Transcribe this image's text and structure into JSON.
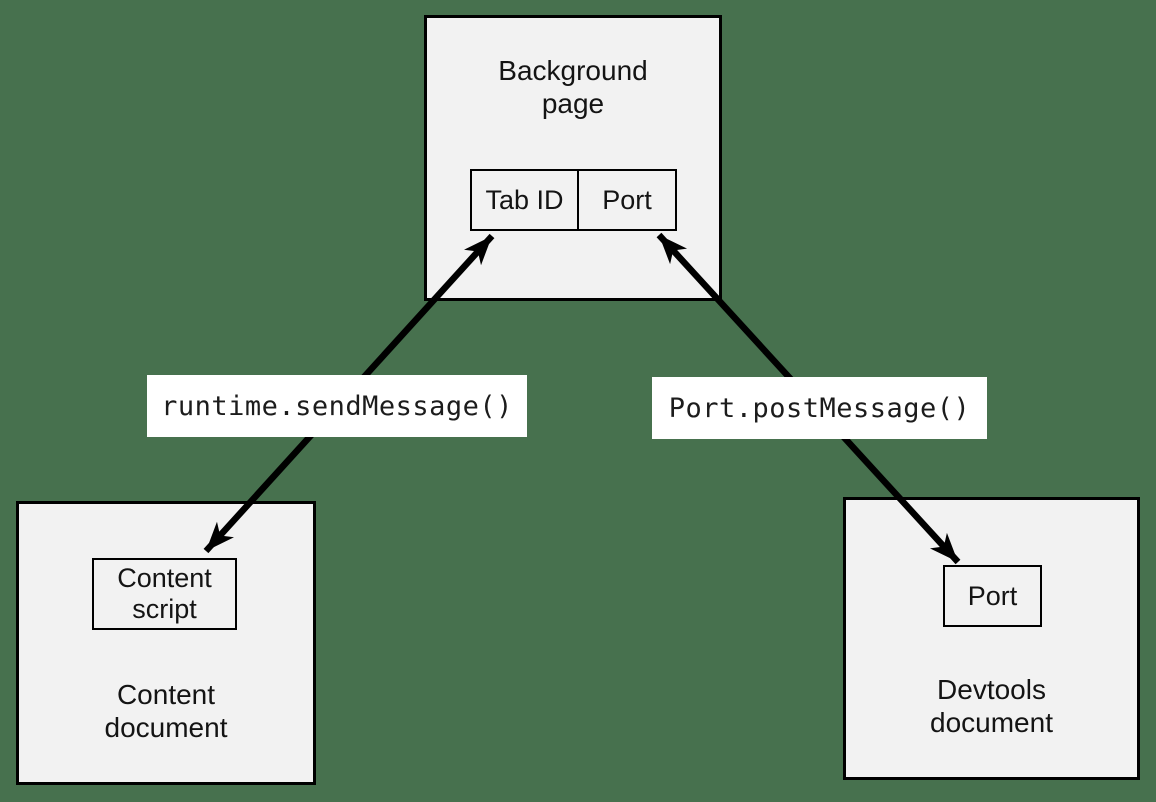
{
  "diagram": {
    "colors": {
      "background": "#47714e",
      "node_fill": "#f2f2f2",
      "stroke": "#000000",
      "edge_label_background": "#ffffff"
    },
    "background_page": {
      "title_lines": [
        "Background",
        "page"
      ],
      "tab_id_label": "Tab ID",
      "port_label": "Port"
    },
    "content_document": {
      "title_lines": [
        "Content",
        "document"
      ],
      "script_lines": [
        "Content",
        "script"
      ]
    },
    "devtools_document": {
      "title_lines": [
        "Devtools",
        "document"
      ],
      "port_label": "Port"
    },
    "edges": {
      "runtime": {
        "label": "runtime.sendMessage()",
        "from": "content-script",
        "to": "tab-id",
        "bidirectional": true
      },
      "port": {
        "label": "Port.postMessage()",
        "from": "background-port",
        "to": "devtools-port",
        "bidirectional": true
      }
    }
  }
}
